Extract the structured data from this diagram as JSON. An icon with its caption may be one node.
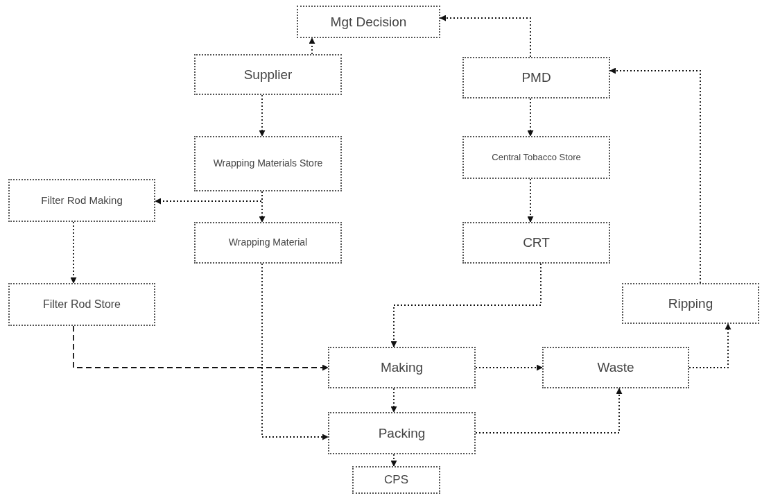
{
  "diagram": {
    "nodes": [
      {
        "text": [
          "Mgt Decision"
        ]
      },
      {
        "text": [
          "Supplier"
        ]
      },
      {
        "text": [
          "PMD"
        ]
      },
      {
        "text": [
          "Wrapping Materials Store"
        ]
      },
      {
        "text": [
          "Central Tobacco Store"
        ]
      },
      {
        "text": [
          "Filter Rod Making"
        ]
      },
      {
        "text": [
          "Wrapping Material"
        ]
      },
      {
        "text": [
          "CRT"
        ]
      },
      {
        "text": [
          "Filter Rod Store"
        ]
      },
      {
        "text": [
          "Ripping"
        ]
      },
      {
        "text": [
          "Making"
        ]
      },
      {
        "text": [
          "Waste"
        ]
      },
      {
        "text": [
          "Packing"
        ]
      },
      {
        "text": [
          "CPS"
        ]
      }
    ],
    "edges": [
      {
        "from": 1,
        "to": 0,
        "arrow": "to"
      },
      {
        "from": 2,
        "to": 0,
        "arrow": "to"
      },
      {
        "from": 1,
        "to": 3,
        "arrow": "to"
      },
      {
        "from": 3,
        "to": 5,
        "arrow": "to"
      },
      {
        "from": 3,
        "to": 6,
        "arrow": "to"
      },
      {
        "from": 5,
        "to": 8,
        "arrow": "to"
      },
      {
        "from": 2,
        "to": 4,
        "arrow": "to"
      },
      {
        "from": 4,
        "to": 7,
        "arrow": "to"
      },
      {
        "from": 7,
        "to": 10,
        "arrow": "to"
      },
      {
        "from": 8,
        "to": 10,
        "arrow": "to",
        "style": "dashed"
      },
      {
        "from": 6,
        "to": 12,
        "arrow": "to"
      },
      {
        "from": 10,
        "to": 11,
        "arrow": "to"
      },
      {
        "from": 10,
        "to": 12,
        "arrow": "to"
      },
      {
        "from": 12,
        "to": 11,
        "arrow": "to"
      },
      {
        "from": 11,
        "to": 9,
        "arrow": "to"
      },
      {
        "from": 9,
        "to": 2,
        "arrow": "to"
      },
      {
        "from": 12,
        "to": 13,
        "arrow": "to"
      }
    ]
  }
}
